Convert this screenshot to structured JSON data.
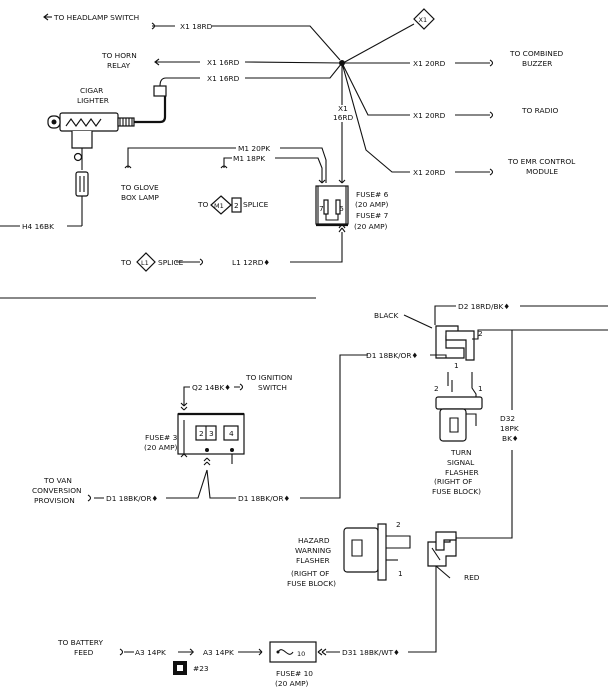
{
  "top": {
    "headlamp_switch": "TO HEADLAMP SWITCH",
    "x1_18rd": "X1 18RD",
    "x1_diamond": "X1",
    "to_horn_relay": "TO HORN",
    "relay": "RELAY",
    "x1_16rd_a": "X1 16RD",
    "x1_16rd_b": "X1 16RD",
    "x1_vertical_1": "X1",
    "x1_vertical_2": "16RD",
    "combined_buzzer_1": "TO COMBINED",
    "combined_buzzer_2": "BUZZER",
    "x1_20rd_buzzer": "X1 20RD",
    "x1_20rd_radio": "X1 20RD",
    "to_radio": "TO RADIO",
    "x1_20rd_emr": "X1 20RD",
    "emr_1": "TO EMR CONTROL",
    "emr_2": "MODULE",
    "cigar_1": "CIGAR",
    "cigar_2": "LIGHTER",
    "m1_20pk": "M1 20PK",
    "m1_18pk": "M1 18PK",
    "glove_1": "TO GLOVE",
    "glove_2": "BOX LAMP",
    "to_m1_splice_to": "TO",
    "m1_diamond": "M1",
    "m1_splice_num": "2",
    "splice": "SPLICE",
    "fuse6_1": "FUSE# 6",
    "fuse6_2": "(20 AMP)",
    "fuse7_1": "FUSE# 7",
    "fuse7_2": "(20 AMP)",
    "pin7": "7",
    "pin6": "6",
    "h4_16bk": "H4 16BK",
    "to_l1": "TO",
    "l1_diamond": "L1",
    "l1_splice": "SPLICE",
    "l1_12rd": "L1 12RD♦"
  },
  "bottom": {
    "black": "BLACK",
    "d2_18rd_bk": "D2 18RD/BK♦",
    "pin2": "2",
    "pin1": "1",
    "d1_18bk_or_top": "D1 18BK/OR♦",
    "q2_14bk": "Q2 14BK♦",
    "to_ignition_1": "TO IGNITION",
    "to_ignition_2": "SWITCH",
    "fuse3_1": "FUSE# 3",
    "fuse3_2": "(20 AMP)",
    "pin_2": "2",
    "pin_3": "3",
    "pin_4": "4",
    "turn_pin2": "2",
    "turn_pin1": "1",
    "turn_1": "TURN",
    "turn_2": "SIGNAL",
    "turn_3": "FLASHER",
    "turn_4": "(RIGHT OF",
    "turn_5": "FUSE BLOCK)",
    "d32_1": "D32",
    "d32_2": "18PK",
    "d32_3": "BK♦",
    "van_1": "TO VAN",
    "van_2": "CONVERSION",
    "van_3": "PROVISION",
    "d1_left": "D1 18BK/OR♦",
    "d1_right": "D1 18BK/OR♦",
    "hazard_1": "HAZARD",
    "hazard_2": "WARNING",
    "hazard_3": "FLASHER",
    "hazard_4": "(RIGHT OF",
    "hazard_5": "FUSE BLOCK)",
    "haz_pin2": "2",
    "haz_pin1": "1",
    "red": "RED",
    "battery_1": "TO BATTERY",
    "battery_2": "FEED",
    "a3_left": "A3 14PK",
    "a3_right": "A3 14PK",
    "ref_23": "#23",
    "d31": "D31 18BK/WT♦",
    "fuse10_1": "FUSE# 10",
    "fuse10_2": "(20 AMP)",
    "fuse10_pin": "10"
  }
}
